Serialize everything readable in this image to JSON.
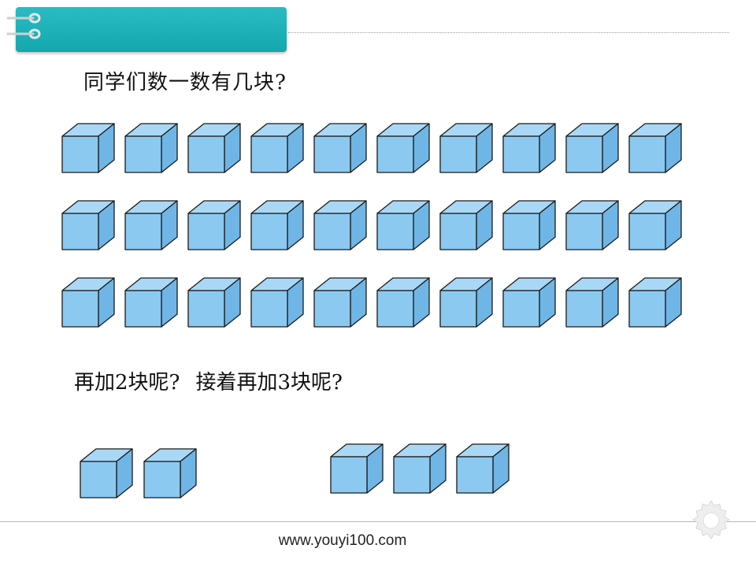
{
  "slide": {
    "question": "同学们数一数有几块?",
    "follow_up_part1": "再加2块呢?",
    "follow_up_part2": "接着再加3块呢?",
    "footer_url": "www.youyi100.com"
  },
  "cube_groups": {
    "main_rows": 3,
    "main_per_row": 10,
    "add_first": 2,
    "add_second": 3
  },
  "colors": {
    "banner": "#1aafb6",
    "cube_front": "#8cc9f0",
    "cube_top": "#a9d8f6",
    "cube_side": "#6fb6e6",
    "cube_stroke": "#1a1a1a"
  }
}
